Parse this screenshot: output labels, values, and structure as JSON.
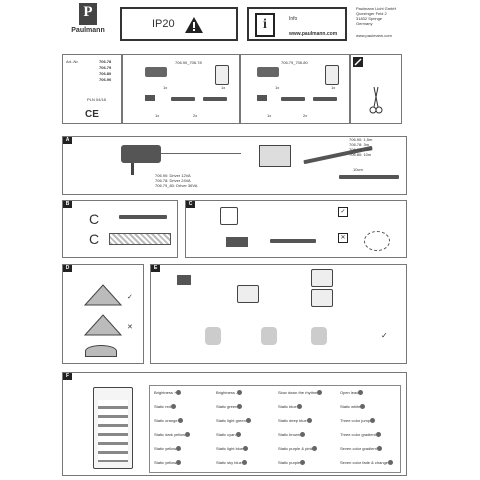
{
  "header": {
    "brand": "Paulmann",
    "ip_rating": "IP20",
    "info_label": "Info",
    "website": "www.paulmann.com",
    "address": [
      "Paulmann Licht GmbH",
      "Quezinger Feld 2",
      "31832 Springe",
      "Germany"
    ],
    "address_site": "www.paulmann.com"
  },
  "articles": {
    "prefix": "Art.-Nr.",
    "numbers": [
      "706.78",
      "706.79",
      "706.80",
      "706.90"
    ],
    "set_a": "706.90_706.78",
    "set_b": "706.79_706.80",
    "count_1x": "1x",
    "count_2x": "2x",
    "plus_code": "PLN 04/18"
  },
  "section_a": {
    "label": "A",
    "drivers": [
      "706.90: Driver 12VA",
      "706.78: Driver 24VA",
      "706.79_80: Driver 36VA"
    ],
    "strip_lengths": [
      "706.90: 1,5m",
      "706.78: 3m",
      "706.79: 7,5m",
      "706.80: 10m"
    ],
    "cut_length": "10cm"
  },
  "section_b": {
    "label": "B"
  },
  "section_c": {
    "label": "C"
  },
  "section_d": {
    "label": "D"
  },
  "section_e": {
    "label": "E"
  },
  "section_f": {
    "label": "F",
    "legend_rows": [
      [
        "Brightness +",
        "Brightness -",
        "Slow down the rhythm",
        "Open lead"
      ],
      [
        "Static red",
        "Static green",
        "Static blue",
        "Static white"
      ],
      [
        "Static orange",
        "Static light green",
        "Static deep blue",
        "Three color jump"
      ],
      [
        "Static dark yellow",
        "Static cyan",
        "Static brown",
        "Three color gradient"
      ],
      [
        "Static yellow",
        "Static light blue",
        "Static purple & pink",
        "Seven color gradient"
      ],
      [
        "Static yellow",
        "Static sky blue",
        "Static purple",
        "Seven color fade & change"
      ]
    ]
  }
}
